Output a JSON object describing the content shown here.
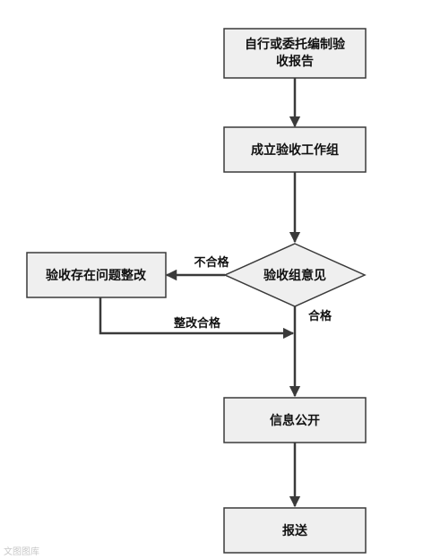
{
  "nodes": {
    "n1_line1": "自行或委托编制验",
    "n1_line2": "收报告",
    "n2": "成立验收工作组",
    "n3": "验收组意见",
    "n4": "验收存在问题整改",
    "n5": "信息公开",
    "n6": "报送"
  },
  "edges": {
    "fail": "不合格",
    "pass": "合格",
    "fixed": "整改合格"
  },
  "watermark": "文图图库",
  "colors": {
    "box_fill": "#efefef",
    "stroke": "#3a3a3a"
  }
}
